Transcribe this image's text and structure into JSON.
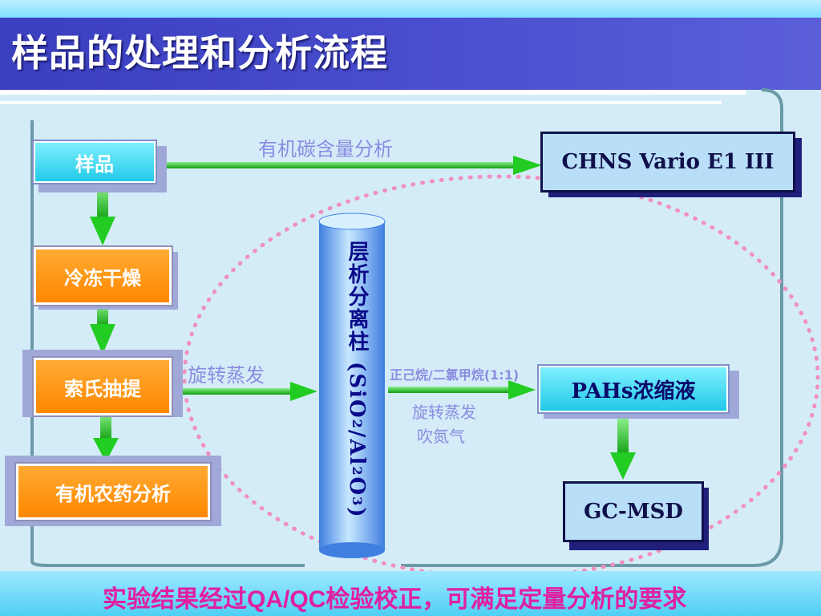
{
  "title": "样品的处理和分析流程",
  "boxes": {
    "sample": "样品",
    "freeze_dry": "冷冻干燥",
    "soxhlet": "索氏抽提",
    "pesticide": "有机农药分析",
    "chns": "CHNS Vario E1 III",
    "pahs": "PAHs浓缩液",
    "gcmsd": "GC-MSD"
  },
  "column": {
    "label_part1": "层析分离柱 (SiO",
    "sub1": "2",
    "label_part2": "/Al",
    "sub2": "2",
    "label_part3": "O",
    "sub3": "3",
    "label_part4": ")"
  },
  "labels": {
    "organic_carbon": "有机碳含量分析",
    "rotary_evap_1": "旋转蒸发",
    "solvent": "正己烷/二氯甲烷(1:1)",
    "rotary_evap_2": "旋转蒸发",
    "nitrogen": "吹氮气"
  },
  "footer": {
    "part1": "实验结果经过",
    "qaqc": "QA/QC",
    "part2": "检验校正，可满足定量分析的要求"
  },
  "colors": {
    "title_band": "#3a3fbf",
    "arrow_green": "#22cc22",
    "dotted_circle": "#f090c0",
    "footer_text": "#e020a0"
  }
}
